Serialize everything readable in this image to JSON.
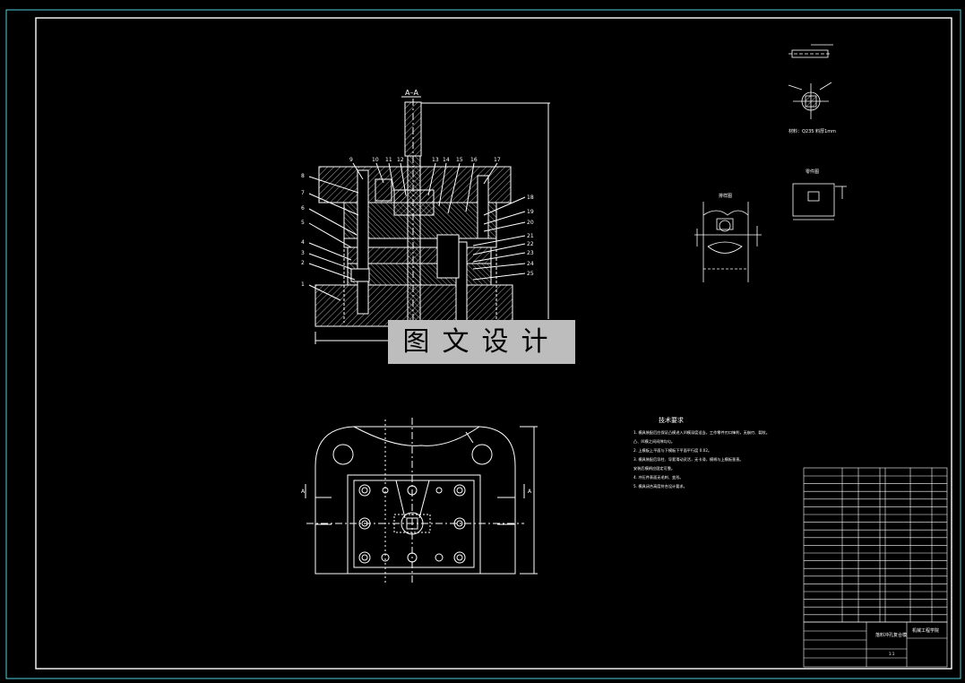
{
  "drawing": {
    "watermark": "图文设计",
    "section_label": "A–A",
    "section_marker": "A",
    "tech_requirements_title": "技术要求",
    "tech_requirements": [
      "1. 模具装配后应保证凸模进入凹模深度适当，工作零件刃口锋利，无崩刃、裂纹。",
      "   凸、凹模之间间隙均匀。",
      "2. 上模板上平面与下模板下平面平行度 0.02。",
      "3. 模具装配后导柱、导套滑动灵活，无卡滞，模柄与上模板垂直。",
      "   安装后模柄应固定可靠。",
      "4. 冲压件表面无毛刺、变形。",
      "5. 模具闭合高度符合设计要求。"
    ],
    "part_note": "材料：Q235  料厚1mm",
    "part_view_label": "排样图",
    "blank_label": "零件图",
    "title_block": {
      "drawing_name": "落料冲孔复合模",
      "school": "机械工程学院",
      "scale": "1:1"
    },
    "callouts_left": [
      "8",
      "7",
      "6",
      "5",
      "4",
      "3",
      "2",
      "1"
    ],
    "callouts_top": [
      "9",
      "10",
      "11",
      "12",
      "13",
      "14",
      "15",
      "16",
      "17"
    ],
    "callouts_right": [
      "18",
      "19",
      "20",
      "21",
      "22",
      "23",
      "24",
      "25"
    ],
    "colors": {
      "background": "#000000",
      "border": "#4fd0d8",
      "lines": "#ffffff",
      "hatch": "#bfbfbf",
      "watermark_bg": "#bdbdbd"
    }
  }
}
